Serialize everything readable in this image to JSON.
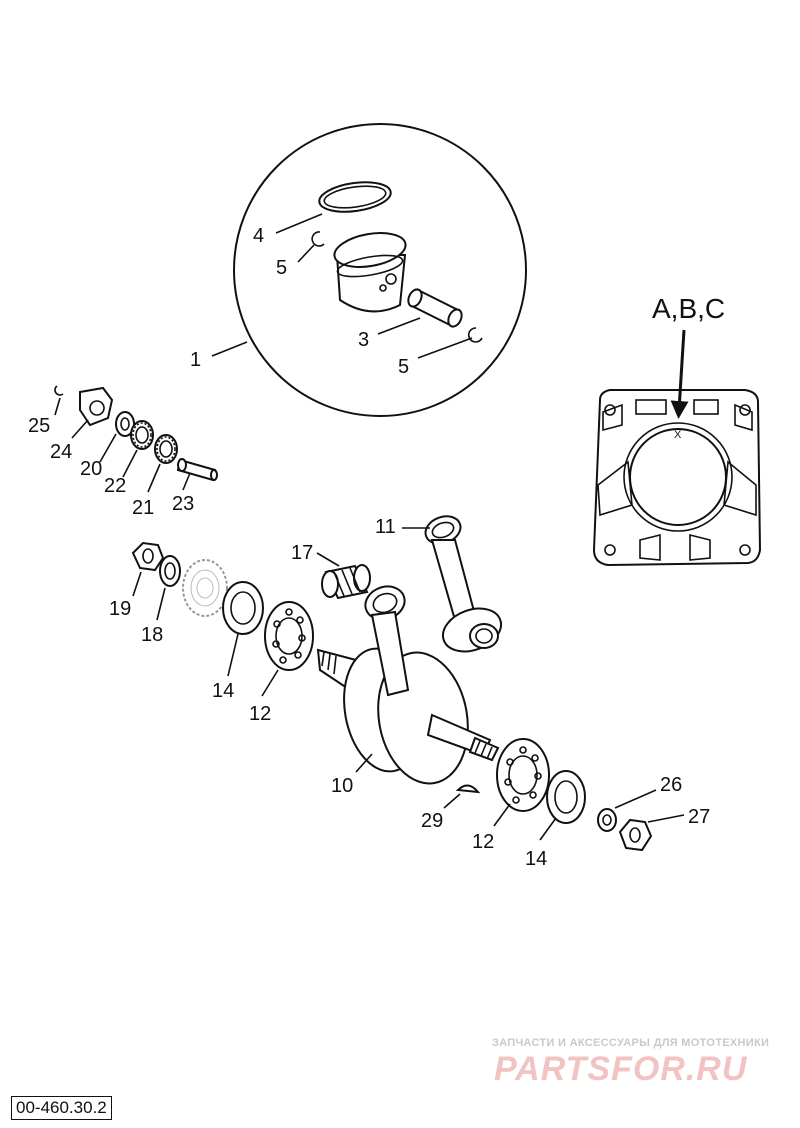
{
  "diagram": {
    "callouts": {
      "c1": "1",
      "c3": "3",
      "c4": "4",
      "c5a": "5",
      "c5b": "5",
      "c10": "10",
      "c11": "11",
      "c12a": "12",
      "c12b": "12",
      "c14a": "14",
      "c14b": "14",
      "c17": "17",
      "c18": "18",
      "c19": "19",
      "c20": "20",
      "c21": "21",
      "c22": "22",
      "c23": "23",
      "c24": "24",
      "c25": "25",
      "c26": "26",
      "c27": "27",
      "c29": "29"
    },
    "gasket_marker_label": "A,B,C",
    "gasket_mark": "X",
    "reference_code": "00-460.30.2"
  },
  "watermark": {
    "tagline": "ЗАПЧАСТИ И АКСЕССУАРЫ ДЛЯ МОТОТЕХНИКИ",
    "brand": "PARTSFOR.RU"
  }
}
